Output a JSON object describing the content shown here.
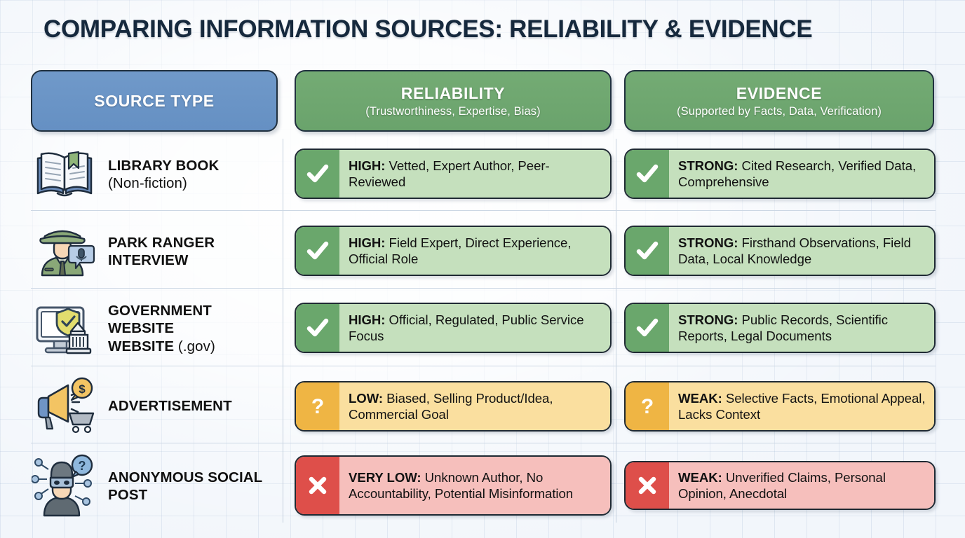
{
  "title": "COMPARING INFORMATION SOURCES: RELIABILITY & EVIDENCE",
  "colors": {
    "background": "#f2f6fb",
    "title_text": "#16293d",
    "header_source": "#6b94c6",
    "header_green": "#6fa770",
    "level_good_icon": "#6aa76c",
    "level_good_body": "#c5e0bd",
    "level_warn_icon": "#efb544",
    "level_warn_body": "#fadf9f",
    "level_bad_icon": "#de4f4a",
    "level_bad_body": "#f6bfbc",
    "divider": "#c3cfdd"
  },
  "headers": [
    {
      "main": "SOURCE TYPE",
      "sub": ""
    },
    {
      "main": "RELIABILITY",
      "sub": "(Trustworthiness, Expertise, Bias)"
    },
    {
      "main": "EVIDENCE",
      "sub": "(Supported by Facts, Data, Verification)"
    }
  ],
  "rows": [
    {
      "icon": "open-book-icon",
      "source_name": "LIBRARY BOOK",
      "source_qualifier": "(Non-fiction)",
      "reliability": {
        "level": "HIGH:",
        "detail": " Vetted, Expert Author, Peer-Reviewed",
        "status": "good",
        "status_icon": "check-icon"
      },
      "evidence": {
        "level": "STRONG:",
        "detail": " Cited Research, Verified Data, Comprehensive",
        "status": "good",
        "status_icon": "check-icon"
      }
    },
    {
      "icon": "park-ranger-icon",
      "source_name": "PARK RANGER INTERVIEW",
      "source_qualifier": "",
      "reliability": {
        "level": "HIGH:",
        "detail": " Field Expert, Direct Experience, Official Role",
        "status": "good",
        "status_icon": "check-icon"
      },
      "evidence": {
        "level": "STRONG:",
        "detail": " Firsthand Observations, Field Data, Local Knowledge",
        "status": "good",
        "status_icon": "check-icon"
      }
    },
    {
      "icon": "government-website-icon",
      "source_name": "GOVERNMENT WEBSITE",
      "source_qualifier": "(.gov)",
      "reliability": {
        "level": "HIGH:",
        "detail": " Official, Regulated, Public Service Focus",
        "status": "good",
        "status_icon": "check-icon"
      },
      "evidence": {
        "level": "STRONG:",
        "detail": " Public Records, Scientific Reports, Legal Documents",
        "status": "good",
        "status_icon": "check-icon"
      }
    },
    {
      "icon": "advertisement-megaphone-icon",
      "source_name": "ADVERTISEMENT",
      "source_qualifier": "",
      "reliability": {
        "level": "LOW:",
        "detail": " Biased, Selling Product/Idea, Commercial Goal",
        "status": "warn",
        "status_icon": "question-mark-icon"
      },
      "evidence": {
        "level": "WEAK:",
        "detail": " Selective Facts, Emotional Appeal, Lacks Context",
        "status": "warn",
        "status_icon": "question-mark-icon"
      }
    },
    {
      "icon": "anonymous-user-icon",
      "source_name": "ANONYMOUS SOCIAL POST",
      "source_qualifier": "",
      "reliability": {
        "level": "VERY LOW:",
        "detail": " Unknown Author, No Accountability, Potential Misinformation",
        "status": "bad",
        "status_icon": "cross-icon"
      },
      "evidence": {
        "level": "WEAK:",
        "detail": " Unverified Claims, Personal Opinion, Anecdotal",
        "status": "bad",
        "status_icon": "cross-icon"
      }
    }
  ]
}
